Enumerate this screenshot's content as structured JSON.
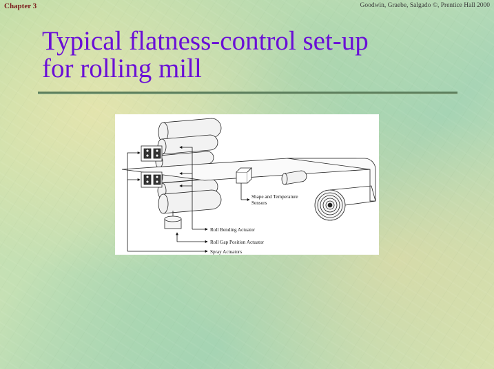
{
  "header": {
    "chapter": "Chapter 3",
    "credit": "Goodwin, Graebe, Salgado ©, Prentice Hall 2000"
  },
  "title": {
    "line1": "Typical flatness-control set-up",
    "line2": "for rolling mill"
  },
  "diagram": {
    "labels": {
      "shape_sensors_line1": "Shape and Temperature",
      "shape_sensors_line2": "Sensors",
      "roll_bending": "Roll Bending Actuator",
      "roll_gap": "Roll Gap Position Actuator",
      "spray": "Spray Actuators"
    }
  },
  "colors": {
    "title": "#6a0fd6",
    "chapter": "#7a1a1a",
    "rule": "#5d7f5d"
  }
}
